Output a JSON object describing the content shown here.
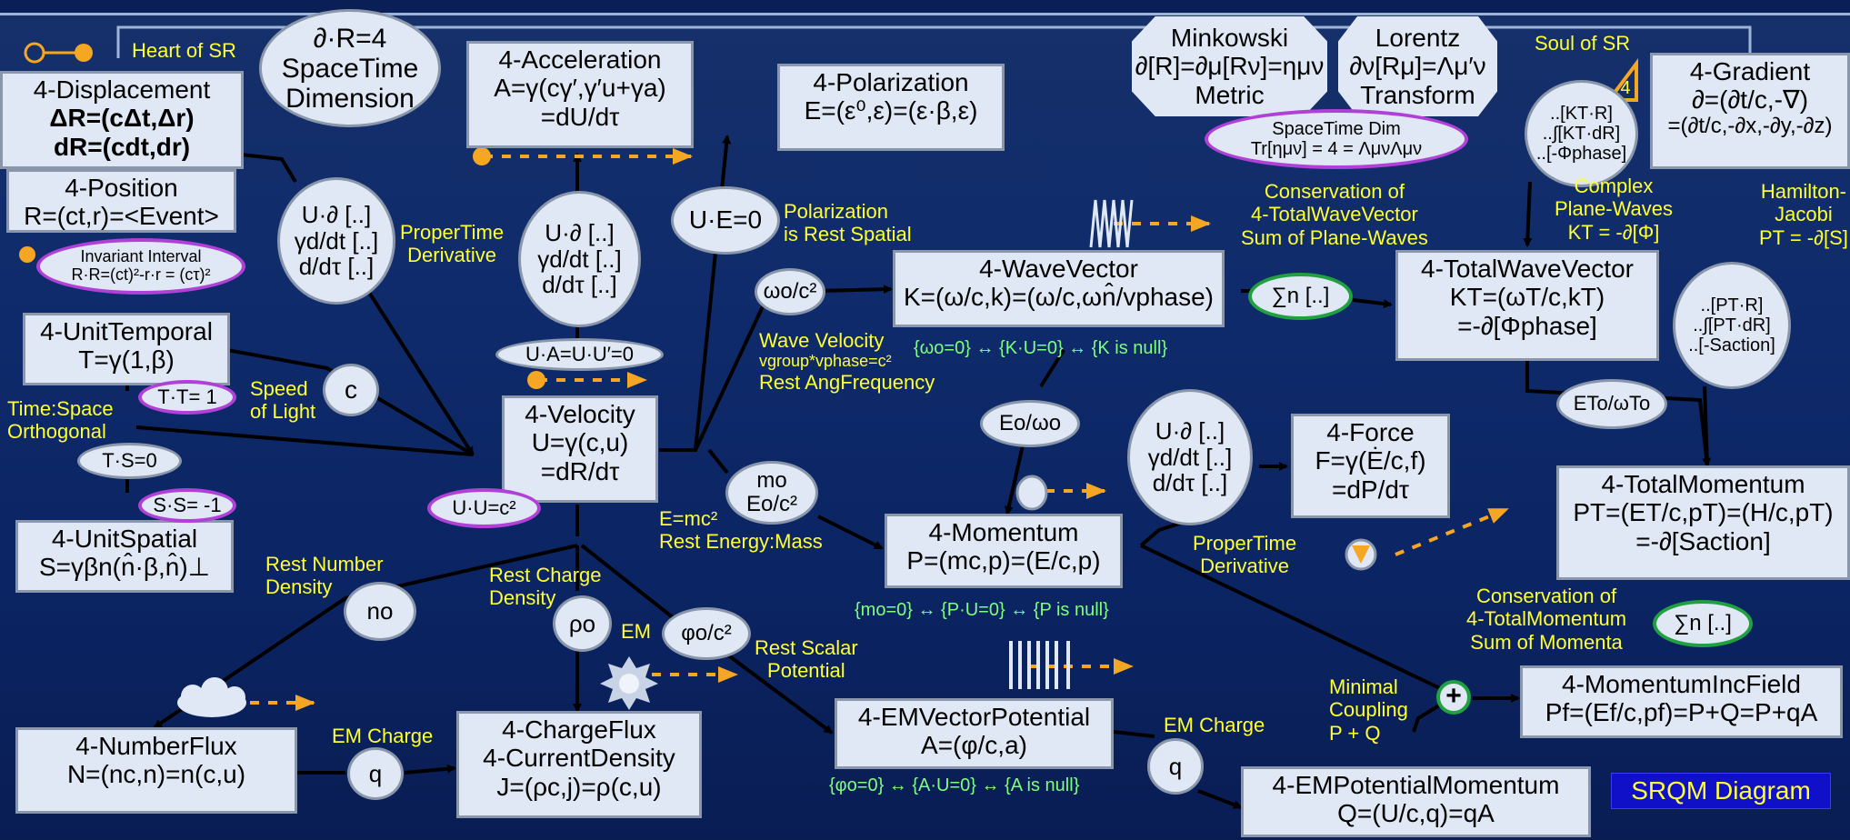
{
  "colors": {
    "background": "#0f2b6b",
    "box_fill": "#dfe8f4",
    "box_border": "#8a97aa",
    "label_yellow": "#ffff33",
    "null_green": "#7dff7d",
    "arrow_orange": "#f5a623",
    "lorentz_purple": "#b040d8",
    "conservation_green": "#20a040",
    "badge_blue": "#1010c8"
  },
  "boxes": {
    "displacement": {
      "title": "4-Displacement",
      "l1": "ΔR=(cΔt,Δr)",
      "l2": "dR=(cdt,dr)"
    },
    "position": {
      "title": "4-Position",
      "l1": "R=(ct,r)=<Event>"
    },
    "unit_temporal": {
      "title": "4-UnitTemporal",
      "l1": "T=γ(1,β)"
    },
    "unit_spatial": {
      "title": "4-UnitSpatial",
      "l1": "S=γβn(n̂·β,n̂)⊥"
    },
    "acceleration": {
      "title": "4-Acceleration",
      "l1": "A=γ(cγ′,γ′u+γa)",
      "l2": "=dU/dτ"
    },
    "polarization": {
      "title": "4-Polarization",
      "l1": "E=(ε⁰,ε)=(ε·β,ε)"
    },
    "velocity": {
      "title": "4-Velocity",
      "l1": "U=γ(c,u)",
      "l2": "=dR/dτ"
    },
    "wavevector": {
      "title": "4-WaveVector",
      "l1": "K=(ω/c,k)=(ω/c,ωn̂/vphase)"
    },
    "total_wavevector": {
      "title": "4-TotalWaveVector",
      "l1": "KT=(ωT/c,kT)",
      "l2": "=-∂[Φphase]"
    },
    "force": {
      "title": "4-Force",
      "l1": "F=γ(Ė/c,f)",
      "l2": "=dP/dτ"
    },
    "momentum": {
      "title": "4-Momentum",
      "l1": "P=(mc,p)=(E/c,p)"
    },
    "total_momentum": {
      "title": "4-TotalMomentum",
      "l1": "PT=(ET/c,pT)=(H/c,pT)",
      "l2": "=-∂[Saction]"
    },
    "gradient": {
      "title": "4-Gradient",
      "l1": "∂=(∂t/c,-∇)",
      "l2": "=(∂t/c,-∂x,-∂y,-∂z)"
    },
    "number_flux": {
      "title": "4-NumberFlux",
      "l1": "N=(nc,n)=n(c,u)"
    },
    "charge_flux": {
      "title": "4-ChargeFlux",
      "l1": "4-CurrentDensity",
      "l2": "J=(ρc,j)=ρ(c,u)"
    },
    "em_vector_potential": {
      "title": "4-EMVectorPotential",
      "l1": "A=(φ/c,a)"
    },
    "em_potential_momentum": {
      "title": "4-EMPotentialMomentum",
      "l1": "Q=(U/c,q)=qA"
    },
    "momentum_inc_field": {
      "title": "4-MomentumIncField",
      "l1": "Pf=(Ef/c,pf)=P+Q=P+qA"
    }
  },
  "octagons": {
    "minkowski": {
      "l1": "Minkowski",
      "l2": "∂[R]=∂μ[Rν]=ημν",
      "l3": "Metric"
    },
    "lorentz": {
      "l1": "Lorentz",
      "l2": "∂ν[Rμ]=Λμ′ν",
      "l3": "Transform"
    }
  },
  "ellipses": {
    "spacetime_dim": {
      "l1": "∂·R=4",
      "l2": "SpaceTime",
      "l3": "Dimension"
    },
    "invariant_interval": {
      "l1": "Invariant Interval",
      "l2": "R·R=(ct)²-r·r = (cτ)²"
    },
    "tt": "T·T= 1",
    "ts": "T·S=0",
    "ss": "S·S= -1",
    "c": "c",
    "deriv_left": {
      "l1": "U·∂ [..]",
      "l2": "γd/dt [..]",
      "l3": "d/dτ [..]"
    },
    "deriv_mid": {
      "l1": "U·∂ [..]",
      "l2": "γd/dt [..]",
      "l3": "d/dτ [..]"
    },
    "deriv_right": {
      "l1": "U·∂ [..]",
      "l2": "γd/dt [..]",
      "l3": "d/dτ [..]"
    },
    "ua": "U·A=U·U′=0",
    "uu": "U·U=c²",
    "ue": "U·E=0",
    "omega0": "ωo/c²",
    "m0": {
      "l1": "mo",
      "l2": "Eo/c²"
    },
    "e0w0": "Eo/ωo",
    "sum_k": "∑n [..]",
    "sum_p": "∑n [..]",
    "kt_ops": {
      "l1": "..[KT·R]",
      "l2": "..∫[KT·dR]",
      "l3": "..[-Φphase]"
    },
    "pt_ops": {
      "l1": "..[PT·R]",
      "l2": "..∫[PT·dR]",
      "l3": "..[-Saction]"
    },
    "st_dim": {
      "l1": "SpaceTime Dim",
      "l2": "Tr[ημν] = 4 = ΛμνΛμν"
    },
    "etw": "ETo/ωTo",
    "n0": "no",
    "rho0": "ρo",
    "phi0": "φo/c²",
    "q1": "q",
    "q2": "q"
  },
  "labels": {
    "heart": "Heart of SR",
    "soul": "Soul of SR",
    "propertime1": [
      "ProperTime",
      "Derivative"
    ],
    "propertime2": [
      "ProperTime",
      "Derivative"
    ],
    "speed_light": [
      "Speed",
      "of Light"
    ],
    "time_space": [
      "Time:Space",
      "Orthogonal"
    ],
    "polarization_rest": [
      "Polarization",
      "is Rest Spatial"
    ],
    "wave_velocity": [
      "Wave Velocity",
      "vgroup*vphase=c²",
      "Rest AngFrequency"
    ],
    "conservation_k": [
      "Conservation of",
      "4-TotalWaveVector",
      "Sum of Plane-Waves"
    ],
    "complex_waves": [
      "Complex",
      "Plane-Waves",
      "KT = -∂[Φ]"
    ],
    "hamilton": [
      "Hamilton-",
      "Jacobi",
      "PT = -∂[S]"
    ],
    "emc2": [
      "E=mc²",
      "Rest Energy:Mass"
    ],
    "rest_number": [
      "Rest Number",
      "Density"
    ],
    "rest_charge": [
      "Rest Charge",
      "Density"
    ],
    "em": "EM",
    "rest_scalar": [
      "Rest Scalar",
      "Potential"
    ],
    "em_charge1": "EM Charge",
    "em_charge2": "EM Charge",
    "conservation_p": [
      "Conservation of",
      "4-TotalMomentum",
      "Sum of Momenta"
    ],
    "minimal_coupling": [
      "Minimal",
      "Coupling",
      "P + Q"
    ]
  },
  "null_labels": {
    "k": "{ωo=0} ↔ {K·U=0} ↔ {K is null}",
    "p": "{mo=0} ↔ {P·U=0} ↔ {P is null}",
    "a": "{φo=0} ↔ {A·U=0} ↔ {A is null}"
  },
  "plus": "+",
  "badge": "SRQM Diagram"
}
